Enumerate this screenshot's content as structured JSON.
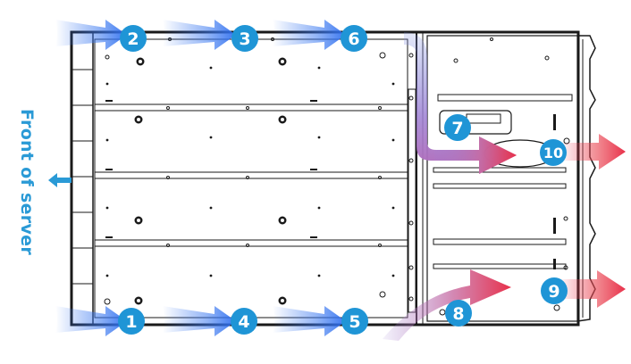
{
  "diagram": {
    "front_label": "Front of server",
    "badges": [
      "1",
      "2",
      "3",
      "4",
      "5",
      "6",
      "7",
      "8",
      "9",
      "10"
    ],
    "colors": {
      "badge": "#1f95d6",
      "cool_air": "#2f6ff0",
      "warm_air": "#e8304a",
      "mid_air": "#9d7fd2",
      "chassis_line": "#1a1a1a"
    },
    "icons": [
      "front-direction-arrow-icon"
    ]
  }
}
